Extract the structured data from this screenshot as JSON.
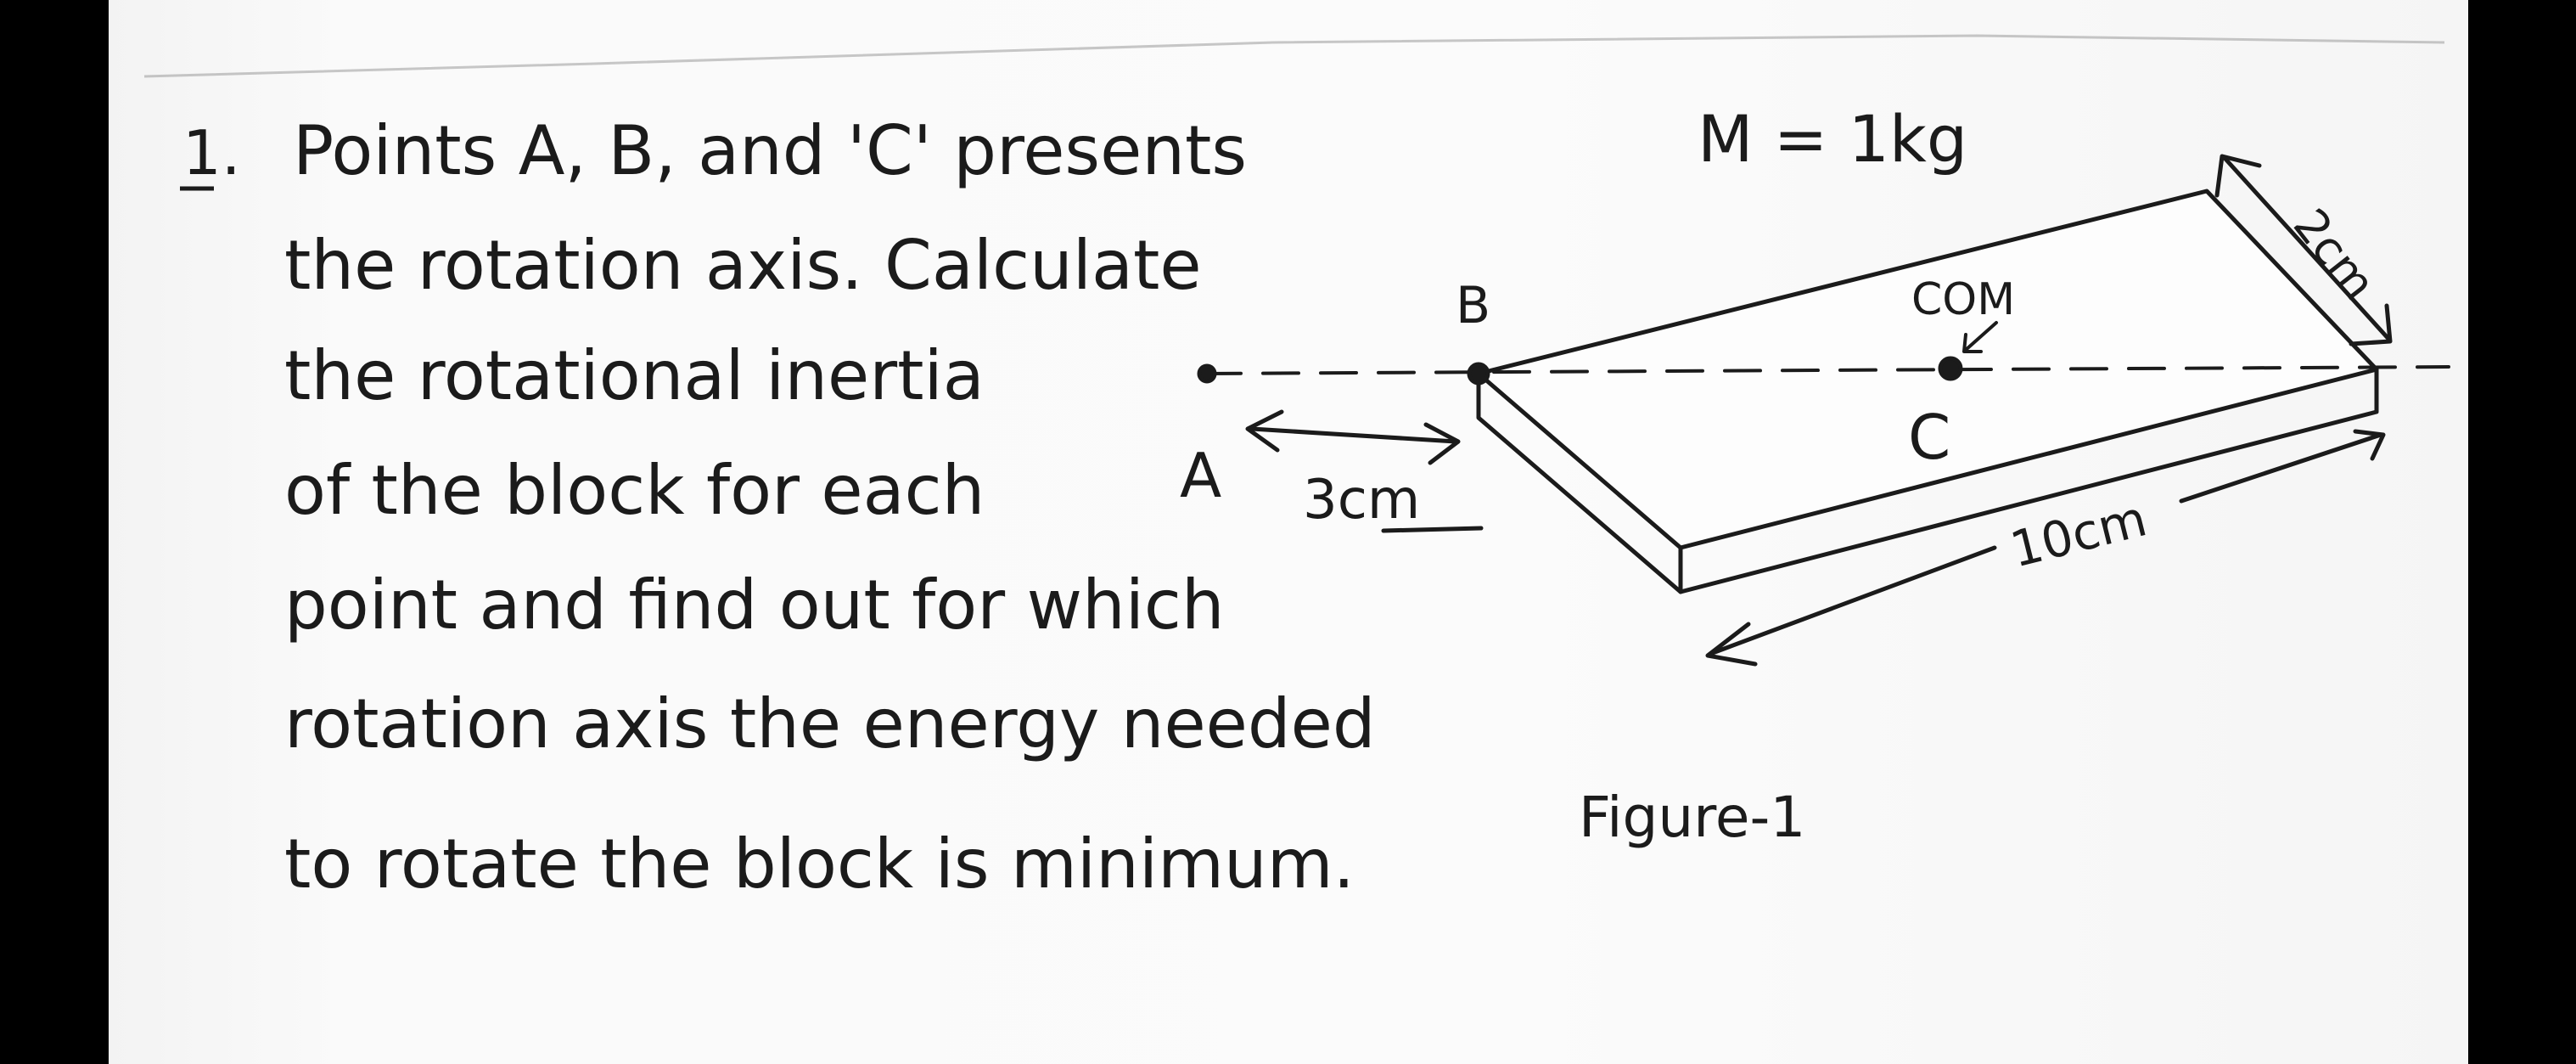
{
  "problem": {
    "number": "1.",
    "lines": [
      "Points A, B, and 'C' presents",
      "the rotation axis. Calculate",
      "the rotational inertia",
      "of the block for each",
      "point and find out for which",
      "rotation axis the energy needed",
      "to rotate the block is minimum."
    ]
  },
  "figure": {
    "mass_label": "M = 1kg",
    "label_B": "B",
    "label_A": "A",
    "label_C": "C",
    "label_com": "COM",
    "dim_ab": "3cm",
    "dim_width": "2cm",
    "dim_length": "10cm",
    "caption": "Figure-1"
  }
}
